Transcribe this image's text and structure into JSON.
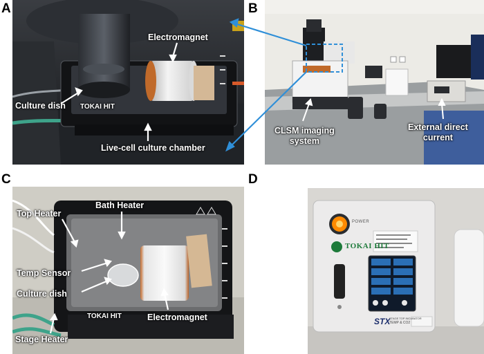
{
  "panels": {
    "A": {
      "letter": "A",
      "labels": {
        "electromagnet": "Electromagnet",
        "culture_dish": "Culture dish",
        "chamber": "Live-cell culture chamber"
      },
      "brand": "TOKAI HIT"
    },
    "B": {
      "letter": "B",
      "labels": {
        "clsm": "CLSM imaging\nsystem",
        "current": "External direct\ncurrent"
      }
    },
    "C": {
      "letter": "C",
      "labels": {
        "bath_heater": "Bath Heater",
        "top_heater": "Top Heater",
        "temp_sensor": "Temp Sensor",
        "culture_dish": "Culture dish",
        "electromagnet": "Electromagnet",
        "stage_heater": "Stage Heater"
      },
      "brand": "TOKAI HIT"
    },
    "D": {
      "letter": "D",
      "device": {
        "power": "POWER",
        "brand": "TOKAI HIT",
        "model": "STX",
        "model_sub": "STAGE TOP INCUBATOR",
        "model_sub2": "TEMP & CO2"
      }
    }
  },
  "colors": {
    "arrow_blue": "#2f8fd8",
    "label_text": "#ffffff",
    "device_body": "#e9e9ea",
    "power_glow": "#ff8a00",
    "brand_green": "#1d7a3a"
  }
}
